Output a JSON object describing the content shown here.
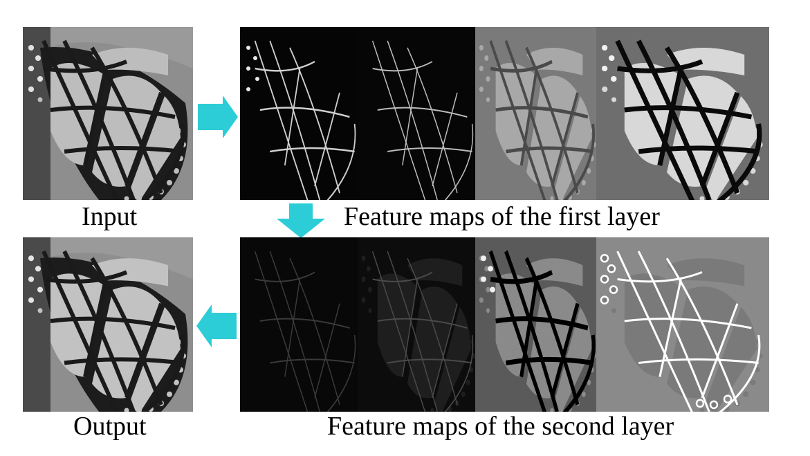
{
  "labels": {
    "input": "Input",
    "output": "Output",
    "first_layer": "Feature maps of the first layer",
    "second_layer": "Feature maps of the second layer"
  },
  "colors": {
    "arrow": "#2ccdd6",
    "background": "#ffffff"
  },
  "icons": {
    "arrow_right": "arrow-right-icon",
    "arrow_down": "arrow-down-icon",
    "arrow_left": "arrow-left-icon"
  }
}
